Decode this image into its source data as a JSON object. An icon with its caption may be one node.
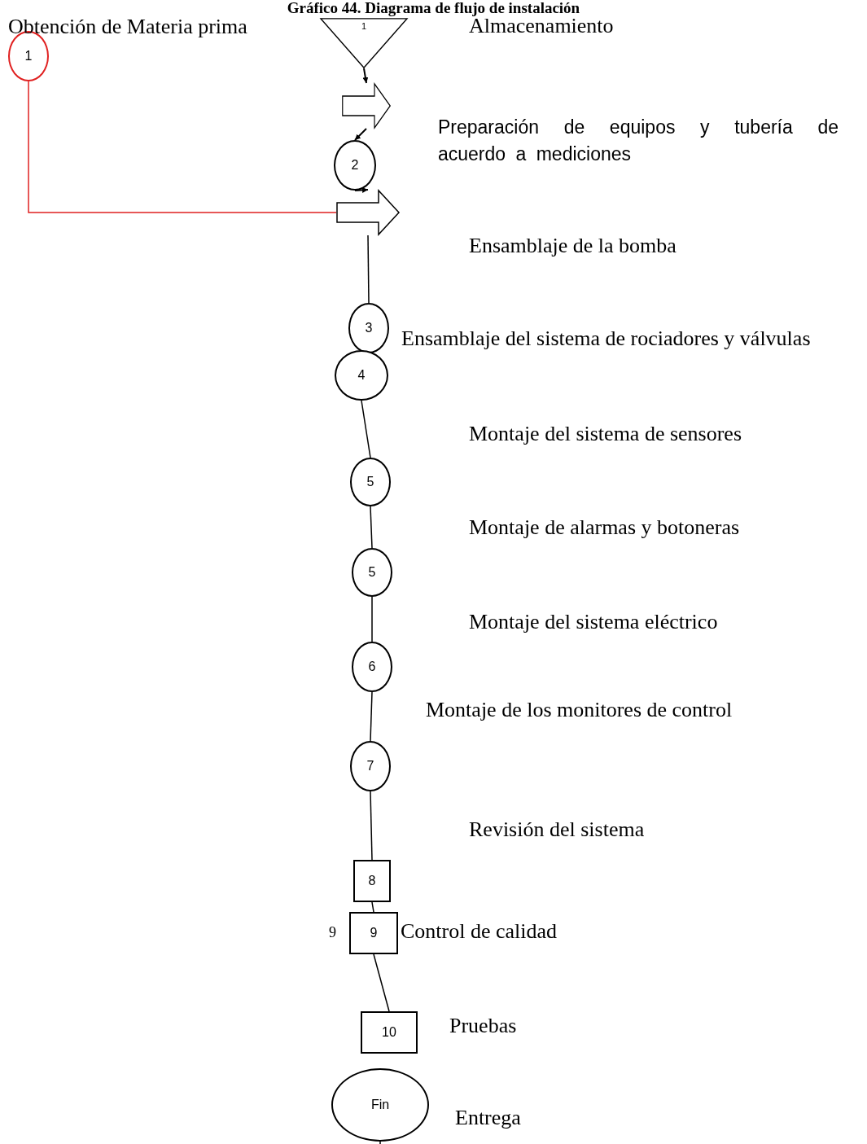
{
  "diagram": {
    "title": "Gráfico 44. Diagrama de flujo de instalación",
    "nodes": [
      {
        "text": [
          "1"
        ]
      },
      {
        "text": [
          "1"
        ]
      },
      {
        "text": [],
        "shape": "arrow"
      },
      {
        "text": [
          "2"
        ]
      },
      {
        "text": [],
        "shape": "arrow"
      },
      {
        "text": [
          "3"
        ]
      },
      {
        "text": [
          "4"
        ]
      },
      {
        "text": [
          "5"
        ]
      },
      {
        "text": [
          "5"
        ]
      },
      {
        "text": [
          "6"
        ]
      },
      {
        "text": [
          "7"
        ]
      },
      {
        "text": [
          "8"
        ]
      },
      {
        "text": [
          "9"
        ]
      },
      {
        "text": [
          "10"
        ]
      },
      {
        "text": [
          "Fin"
        ]
      }
    ],
    "edges": [
      {
        "from": 1,
        "to": 2,
        "arrow": "to"
      },
      {
        "from": 2,
        "to": 3,
        "arrow": "to"
      },
      {
        "from": 3,
        "to": 4,
        "arrow": "to"
      },
      {
        "from": 0,
        "to": 4,
        "arrow": "none",
        "color": "#e02020"
      },
      {
        "from": 4,
        "to": 5,
        "arrow": "none"
      },
      {
        "from": 5,
        "to": 6,
        "arrow": "none"
      },
      {
        "from": 6,
        "to": 7,
        "arrow": "none"
      },
      {
        "from": 7,
        "to": 8,
        "arrow": "none"
      },
      {
        "from": 8,
        "to": 9,
        "arrow": "none"
      },
      {
        "from": 9,
        "to": 10,
        "arrow": "none"
      },
      {
        "from": 10,
        "to": 11,
        "arrow": "none"
      },
      {
        "from": 11,
        "to": 12,
        "arrow": "none"
      },
      {
        "from": 12,
        "to": 13,
        "arrow": "none"
      },
      {
        "from": 14,
        "to": null,
        "arrow": "none"
      }
    ],
    "labels": [
      "Obtención de Materia prima",
      "Almacenamiento",
      "Preparación de equipos y tubería de acuerdo a mediciones",
      "Ensamblaje de la bomba",
      "Ensamblaje del sistema de rociadores y válvulas",
      "Montaje del sistema de sensores",
      "Montaje de alarmas y botoneras",
      "Montaje del sistema eléctrico",
      "Montaje de los monitores de control",
      "Revisión del sistema",
      "9",
      "Control de calidad",
      "Pruebas",
      "Entrega"
    ]
  }
}
